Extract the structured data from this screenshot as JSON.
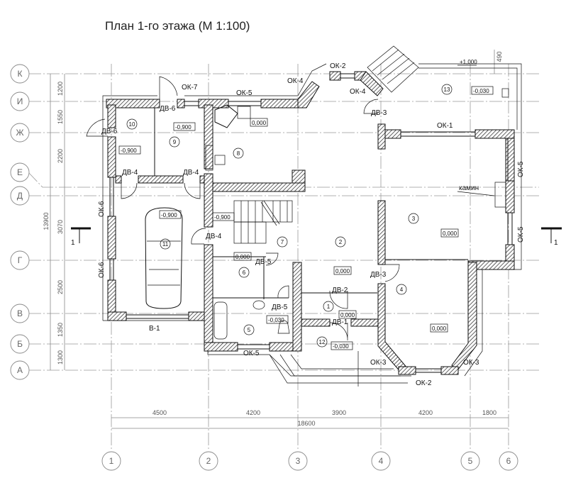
{
  "title": "План 1-го этажа (М 1:100)",
  "axes": {
    "rows": [
      "К",
      "И",
      "Ж",
      "Е",
      "Д",
      "Г",
      "В",
      "Б",
      "А"
    ],
    "columns": [
      "1",
      "2",
      "3",
      "4",
      "5",
      "6"
    ]
  },
  "dimensions": {
    "vertical": [
      "1200",
      "1550",
      "2200",
      "3070",
      "2500",
      "1350",
      "1300"
    ],
    "vertical_total": "13900",
    "horizontal": [
      "4500",
      "4200",
      "3900",
      "4200",
      "1800"
    ],
    "horizontal_total": "18600",
    "porch_offset": "490"
  },
  "section_marks": [
    "1",
    "1"
  ],
  "openings": {
    "ok7": "ОК-7",
    "ok5_top": "ОК-5",
    "ok4_left": "ОК-4",
    "ok2_top": "ОК-2",
    "ok4_right": "ОК-4",
    "ok1": "ОК-1",
    "ok5_right_a": "ОК-5",
    "ok5_right_b": "ОК-5",
    "ok6_a": "ОК-6",
    "ok6_b": "ОК-6",
    "ok5_bottom": "ОК-5",
    "ok3_left": "ОК-3",
    "ok3_right": "ОК-3",
    "ok2_bottom": "ОК-2",
    "dv6_top": "ДВ-6",
    "dv6_left": "ДВ-6",
    "dv4_a": "ДВ-4",
    "dv4_b": "ДВ-4",
    "dv4_c": "ДВ-4",
    "dv3_top": "ДВ-3",
    "dv3_mid": "ДВ-3",
    "dv5_a": "ДВ-5",
    "dv5_b": "ДВ-5",
    "dv2": "ДВ-2",
    "dv1": "ДВ-1",
    "v1": "В-1"
  },
  "fireplace_label": "камин",
  "rooms": [
    "1",
    "2",
    "3",
    "4",
    "5",
    "6",
    "7",
    "8",
    "9",
    "10",
    "11",
    "12",
    "13"
  ],
  "levels": {
    "l10": "-0,900",
    "l9": "-0,900",
    "l8": "0,000",
    "l11": "-0,900",
    "l_stair": "-0,900",
    "l6": "0,000",
    "l5": "-0,030",
    "l2": "0,000",
    "l1": "0,000",
    "l12": "-0,030",
    "l3": "0,000",
    "l4": "0,000",
    "l13": "-0,030",
    "terrace": "+1,000"
  }
}
